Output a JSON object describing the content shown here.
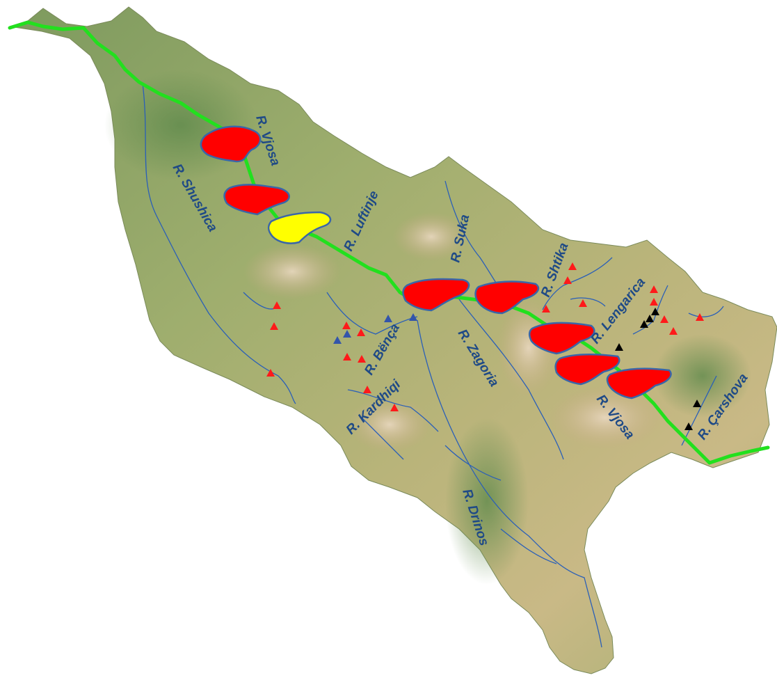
{
  "map": {
    "river_labels": {
      "vjosa_upper": "R. Vjosa",
      "shushica": "R. Shushica",
      "luftinje": "R. Luftinje",
      "suka": "R. Suka",
      "shtika": "R. Shtika",
      "lengarica": "R. Lengarica",
      "benca": "R. Bënça",
      "zagoria": "R. Zagoria",
      "kardhiqi": "R. Kardhiqi",
      "carshova": "R. Çarshova",
      "vjosa_lower": "R. Vjosa",
      "drinos": "R. Drinos"
    },
    "colors": {
      "main_river": "#22e01e",
      "tributaries": "#2a5fb8",
      "reservoir_red": "#ff0000",
      "reservoir_yellow": "#ffff00",
      "reservoir_outline": "#3a66a8",
      "marker_red": "#ff1a1a",
      "marker_blue": "#3355aa",
      "marker_black": "#000000",
      "label_text": "#1f4a86"
    },
    "icons": {
      "red_reservoir": "red-blob",
      "yellow_reservoir": "yellow-blob",
      "red_marker": "triangle-up",
      "blue_marker": "triangle-up",
      "black_marker": "triangle-up"
    }
  }
}
